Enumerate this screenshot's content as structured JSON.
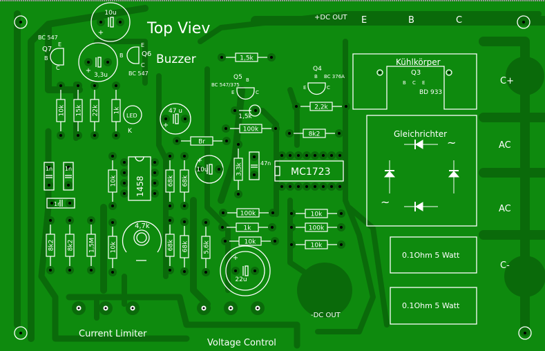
{
  "board": {
    "title": "Top Viev",
    "buzzer_label": "Buzzer",
    "current_limiter_label": "Current Limiter",
    "voltage_control_label": "Voltage Control",
    "plus_dc_out": "+DC OUT",
    "minus_dc_out": "-DC OUT",
    "colors": {
      "board": "#0e8a0e",
      "trace": "#0a6a0a",
      "silkscreen": "#ffffff"
    }
  },
  "connectors": {
    "top": [
      "E",
      "B",
      "C"
    ],
    "right": [
      "C+",
      "AC",
      "AC",
      "C-"
    ]
  },
  "transistors": {
    "q7": {
      "name": "Q7",
      "type": "BC 547",
      "pins": [
        "E",
        "B",
        "C"
      ]
    },
    "q6": {
      "name": "Q6",
      "type": "BC 547",
      "pins": [
        "E",
        "B",
        "C"
      ]
    },
    "q5": {
      "name": "Q5",
      "type": "BC 547/375",
      "pins": [
        "B",
        "E",
        "C"
      ]
    },
    "q4": {
      "name": "Q4",
      "type": "BC 376A",
      "pins": [
        "B",
        "E",
        "C"
      ]
    },
    "q3": {
      "name": "Q3",
      "type": "BD 933",
      "pins": [
        "B",
        "C",
        "E"
      ]
    }
  },
  "heatsink_label": "Kühlkörper",
  "rectifier": {
    "label": "Gleichrichter",
    "ac_symbol": "~"
  },
  "shunts": [
    "0.1Ohm 5 Watt",
    "0.1Ohm 5 Watt"
  ],
  "ics": {
    "regulator": "MC1723",
    "opamp": "1458"
  },
  "led": {
    "label": "LED",
    "cathode": "K"
  },
  "potentiometer": "4,7k",
  "capacitors": {
    "electrolytic": [
      "10u",
      "3,3u",
      "47 u",
      "10u",
      "22u"
    ],
    "film": [
      "1n",
      "1n",
      "1n",
      "47n"
    ]
  },
  "resistors": [
    "10k",
    "15k",
    "22k",
    "1k",
    "Br",
    "1,5k",
    "100k",
    "2,2k",
    "8k2",
    "3,3k",
    "10k",
    "68k",
    "68k",
    "8k2",
    "8k2",
    "1,5M",
    "10k",
    "68k",
    "68k",
    "5,6k",
    "100k",
    "1k",
    "10k",
    "10k",
    "100k",
    "10k",
    "1,5k"
  ]
}
